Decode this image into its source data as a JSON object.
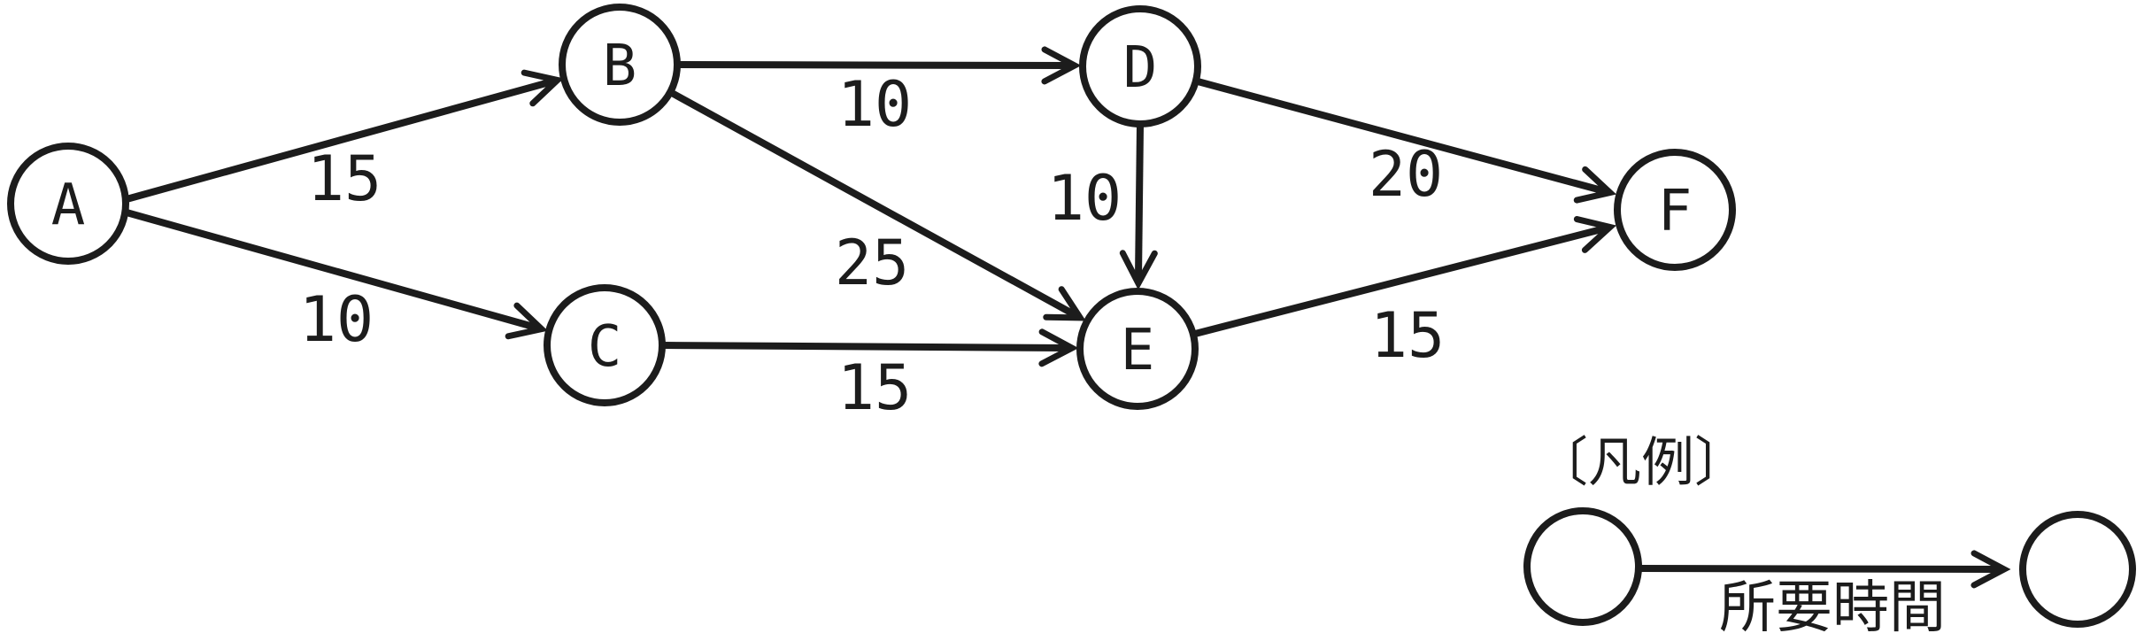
{
  "figure": {
    "type": "weighted-directed-activity-network",
    "nodes": [
      {
        "id": "A",
        "label": "A"
      },
      {
        "id": "B",
        "label": "B"
      },
      {
        "id": "C",
        "label": "C"
      },
      {
        "id": "D",
        "label": "D"
      },
      {
        "id": "E",
        "label": "E"
      },
      {
        "id": "F",
        "label": "F"
      }
    ],
    "edges": [
      {
        "from": "A",
        "to": "B",
        "weight": "15"
      },
      {
        "from": "A",
        "to": "C",
        "weight": "10"
      },
      {
        "from": "B",
        "to": "D",
        "weight": "10"
      },
      {
        "from": "B",
        "to": "E",
        "weight": "25"
      },
      {
        "from": "C",
        "to": "E",
        "weight": "15"
      },
      {
        "from": "D",
        "to": "E",
        "weight": "10"
      },
      {
        "from": "D",
        "to": "F",
        "weight": "20"
      },
      {
        "from": "E",
        "to": "F",
        "weight": "15"
      }
    ],
    "legend": {
      "title": "〔凡例〕",
      "edge_label": "所要時間"
    }
  },
  "colors": {
    "ink": "#1c1c1c",
    "background": "#ffffff"
  }
}
